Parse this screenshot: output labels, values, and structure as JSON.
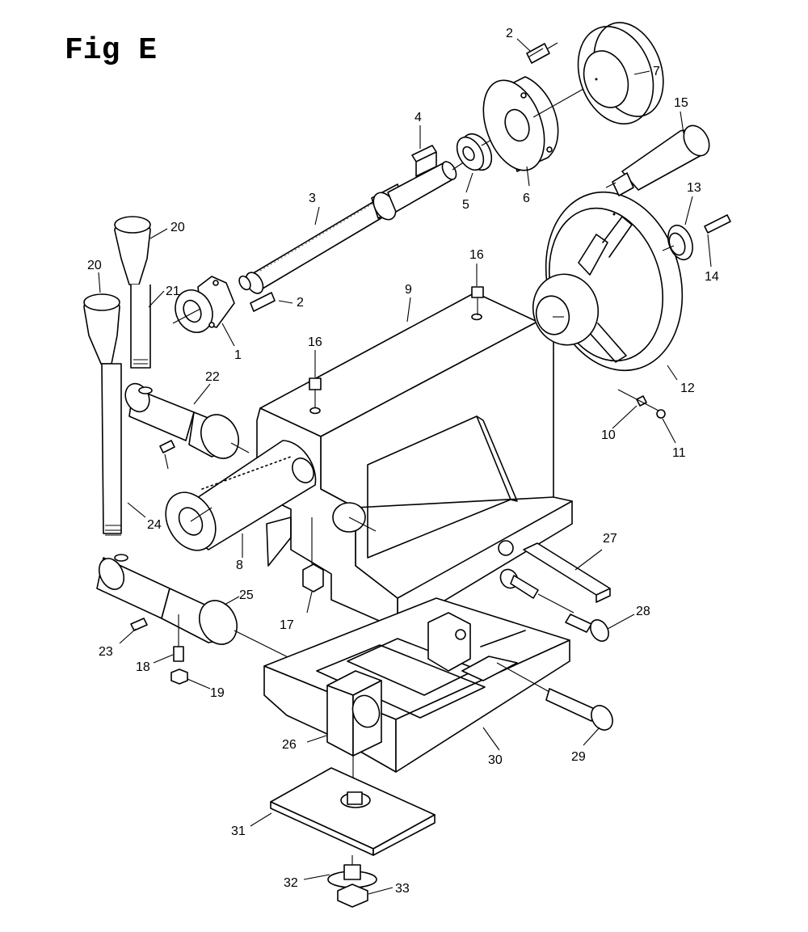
{
  "figure": {
    "title": "Fig E",
    "callouts": [
      "1",
      "2",
      "2",
      "3",
      "4",
      "5",
      "6",
      "7",
      "8",
      "9",
      "10",
      "11",
      "12",
      "13",
      "14",
      "15",
      "16",
      "16",
      "17",
      "18",
      "19",
      "20",
      "20",
      "21",
      "22",
      "23",
      "24",
      "25",
      "26",
      "27",
      "28",
      "29",
      "30",
      "31",
      "32",
      "33"
    ]
  }
}
